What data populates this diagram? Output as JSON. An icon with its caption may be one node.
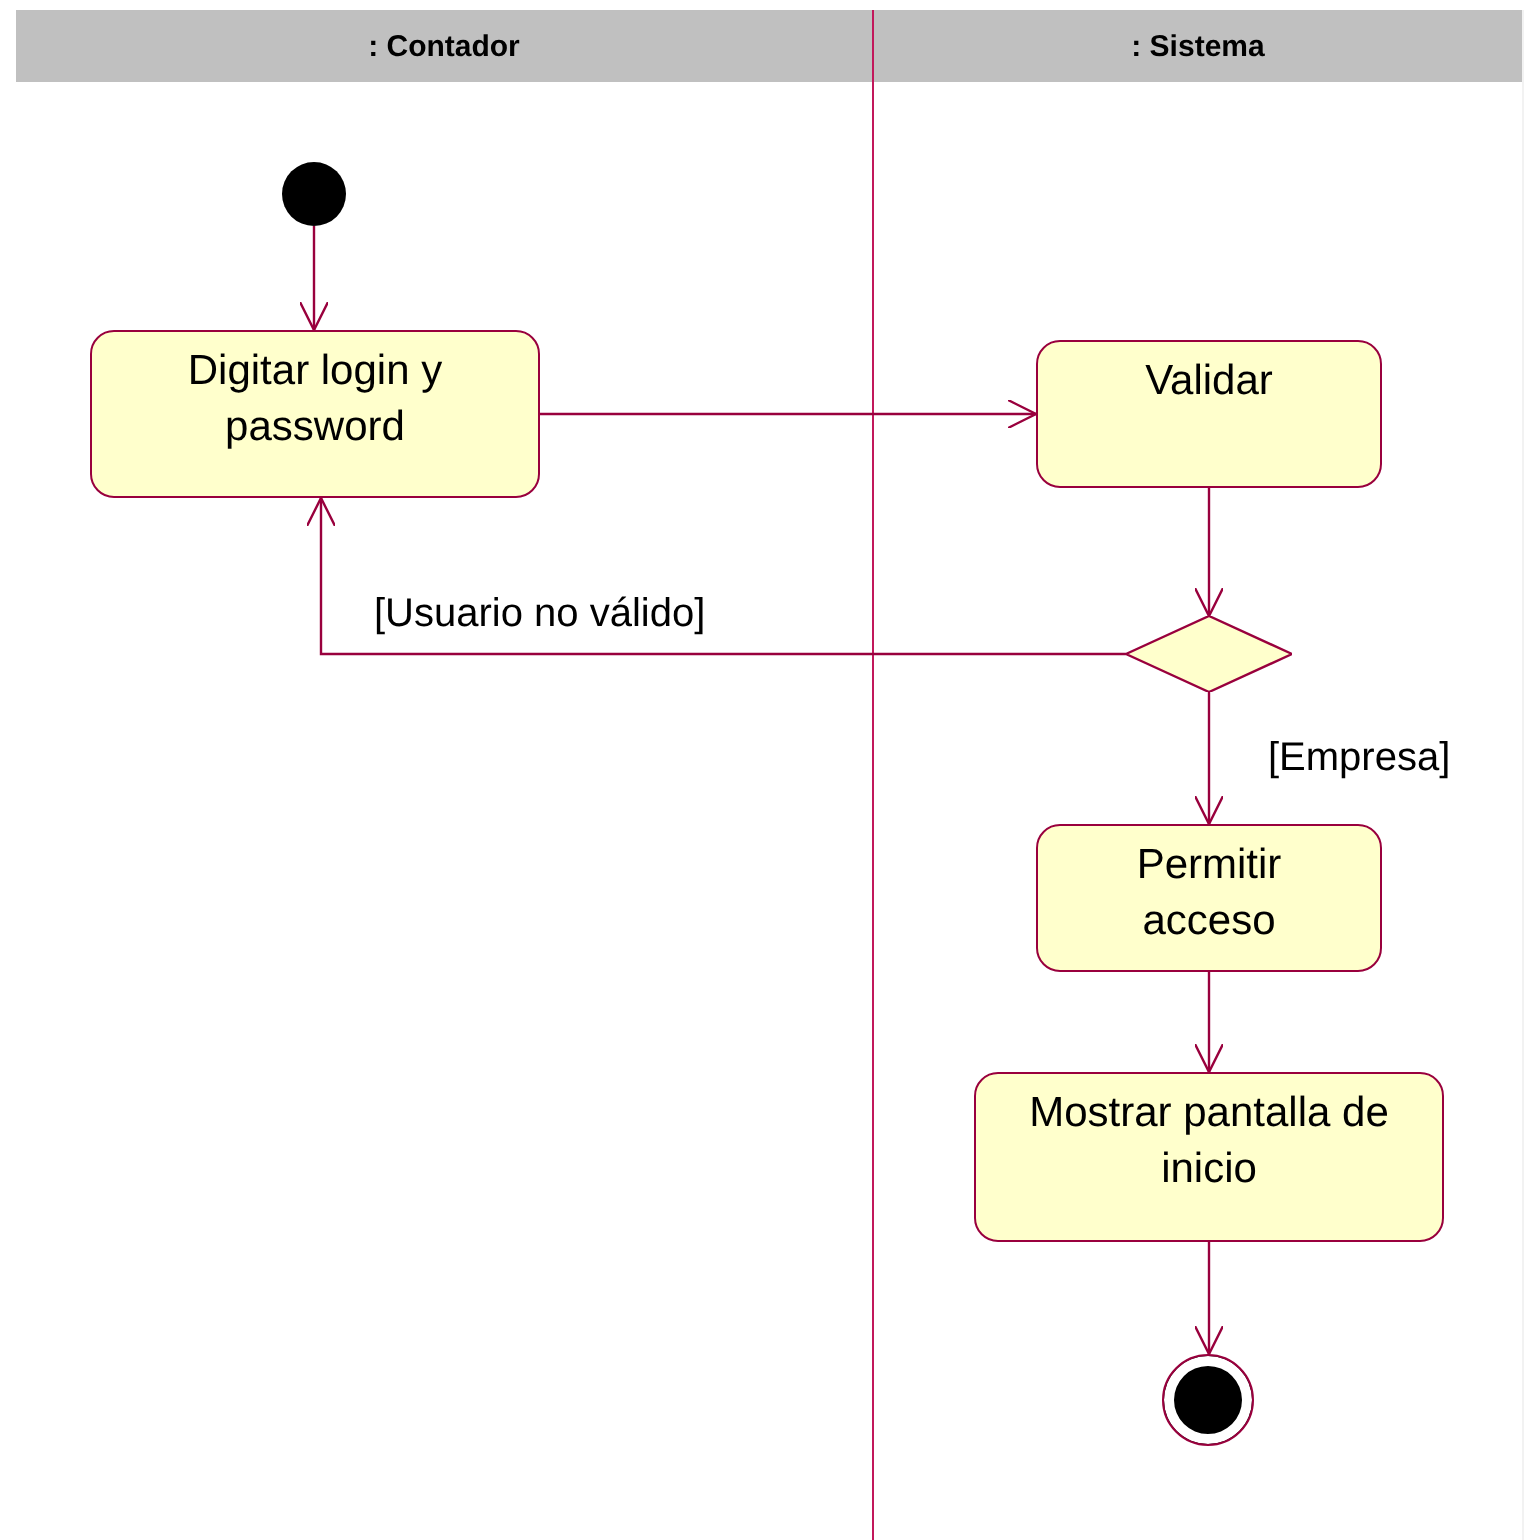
{
  "diagram": {
    "nodes": [
      {
        "text": [
          ": Contador"
        ]
      },
      {
        "text": [
          ": Sistema"
        ]
      },
      {
        "text": [],
        "shape": "circle",
        "in": 0
      },
      {
        "text": [
          "Digitar login y password"
        ],
        "in": 0
      },
      {
        "text": [
          "Validar"
        ],
        "in": 1
      },
      {
        "text": [],
        "shape": "diamond",
        "in": 1
      },
      {
        "text": [
          "Permitir acceso"
        ],
        "in": 1
      },
      {
        "text": [
          "Mostrar pantalla de inicio"
        ],
        "in": 1
      },
      {
        "text": [],
        "shape": "circle",
        "in": 1
      }
    ],
    "edges": [
      {
        "from": 2,
        "to": 3,
        "arrow": "to"
      },
      {
        "from": 3,
        "to": 4,
        "arrow": "to"
      },
      {
        "from": 4,
        "to": 5,
        "arrow": "to"
      },
      {
        "from": 5,
        "to": 3,
        "arrow": "to",
        "label": "[Usuario no válido]"
      },
      {
        "from": 5,
        "to": 6,
        "arrow": "to",
        "label": "[Empresa]"
      },
      {
        "from": 6,
        "to": 7,
        "arrow": "to"
      },
      {
        "from": 7,
        "to": 8,
        "arrow": "to"
      }
    ]
  }
}
